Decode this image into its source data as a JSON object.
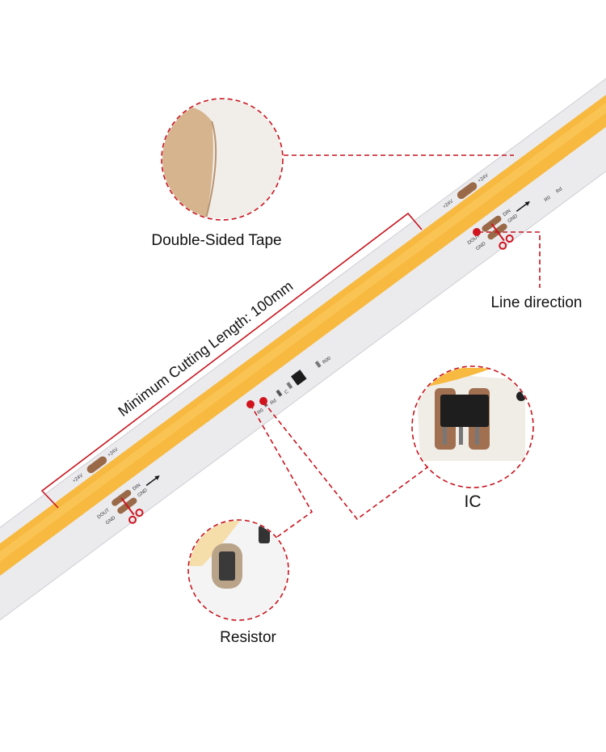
{
  "labels": {
    "tape": "Double-Sided Tape",
    "direction": "Line direction",
    "resistor": "Resistor",
    "ic": "IC",
    "cutting_length": "Minimum Cutting Length: 100mm"
  },
  "pcb_marks": {
    "plus": "+24V",
    "dout": "DOUT",
    "din": "DIN",
    "gnd": "GND",
    "r0": "R0",
    "rd": "Rd",
    "c": "C",
    "r00": "R00"
  },
  "colors": {
    "accent": "#c8141e",
    "led": "#f7b940",
    "pcb": "#e9e9ec",
    "pad": "#9a6a48"
  }
}
